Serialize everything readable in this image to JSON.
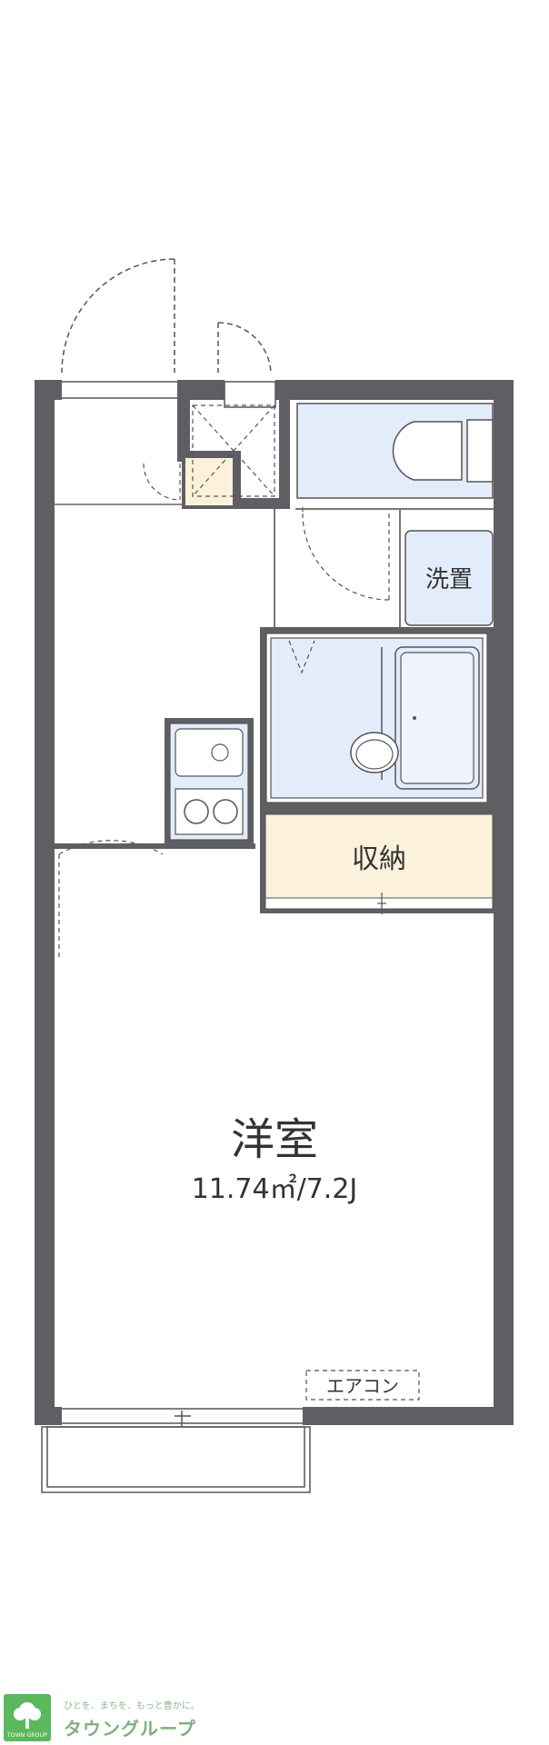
{
  "rooms": {
    "western_room_label": "洋室",
    "western_room_area": "11.74㎡/7.2J",
    "storage_label": "収納",
    "laundry_label": "洗置",
    "aircon_label": "エアコン"
  },
  "footer": {
    "tagline": "ひとを、まちを、もっと豊かに。",
    "company_name": "タウングループ",
    "logo_text": "TOWN GROUP"
  },
  "colors": {
    "wall": "#5f5f63",
    "bath_fill": "#e3ecfb",
    "storage_fill": "#fcf2dc",
    "logo_green": "#5cb85c"
  }
}
